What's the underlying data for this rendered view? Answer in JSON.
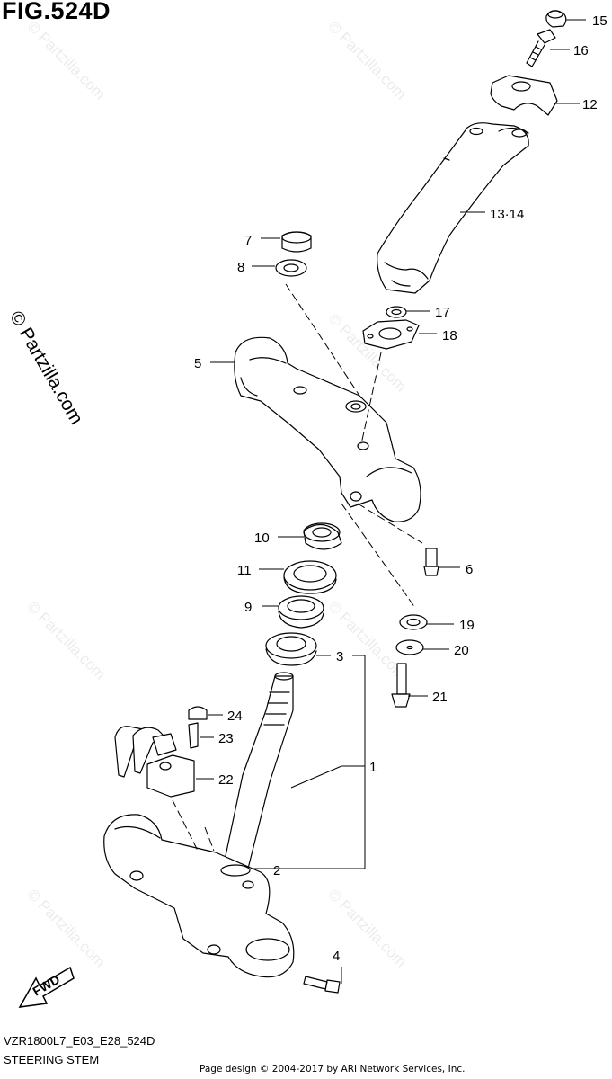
{
  "figure": {
    "title": "FIG.524D",
    "model_code": "VZR1800L7_E03_E28_524D",
    "section_name": "STEERING STEM",
    "credit": "Page design © 2004-2017 by ARI Network Services, Inc.",
    "watermark": "© Partzilla.com",
    "side_watermark": "© Partzilla.com",
    "fwd_label": "FWD"
  },
  "callouts": {
    "c1": "1",
    "c2": "2",
    "c3": "3",
    "c4": "4",
    "c5": "5",
    "c6": "6",
    "c7": "7",
    "c8": "8",
    "c9": "9",
    "c10": "10",
    "c11": "11",
    "c12": "12",
    "c13_14": "13·14",
    "c15": "15",
    "c16": "16",
    "c17": "17",
    "c18": "18",
    "c19": "19",
    "c20": "20",
    "c21": "21",
    "c22": "22",
    "c23": "23",
    "c24": "24"
  }
}
